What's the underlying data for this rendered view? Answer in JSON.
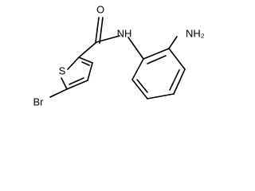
{
  "molecule": {
    "atoms": {
      "oxygen": "O",
      "amide_nh": "NH",
      "sulfur": "S",
      "bromine": "Br",
      "amine": "NH₂"
    },
    "colors": {
      "bond": "#000000",
      "text": "#000000",
      "background": "#ffffff"
    }
  }
}
